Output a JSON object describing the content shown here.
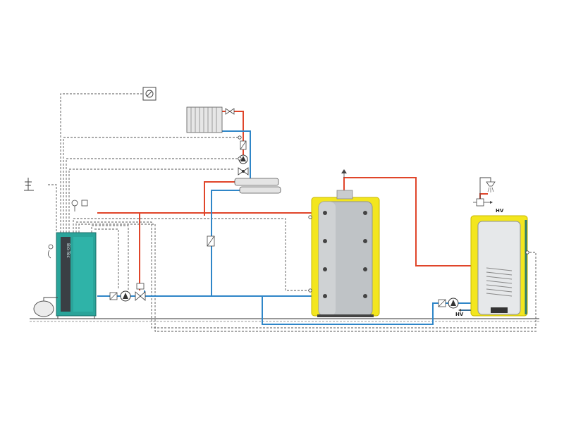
{
  "labels": {
    "hv_top": "HV",
    "hv_bottom": "HV",
    "boiler_brand": "Bio-Tec"
  },
  "colors": {
    "hot_line": "#e0452a",
    "cold_line": "#2f86c8",
    "control_line": "#555555",
    "boiler_body": "#2aa49a",
    "tank_shell": "#f3e61e",
    "tank_body": "#bfc3c6",
    "ground": "#777777"
  },
  "icons": [
    "thermostat-icon",
    "radiator-icon",
    "pump-icon",
    "mixing-valve-icon",
    "expansion-vessel-icon",
    "shower-icon",
    "antenna-icon",
    "flow-meter-icon"
  ]
}
